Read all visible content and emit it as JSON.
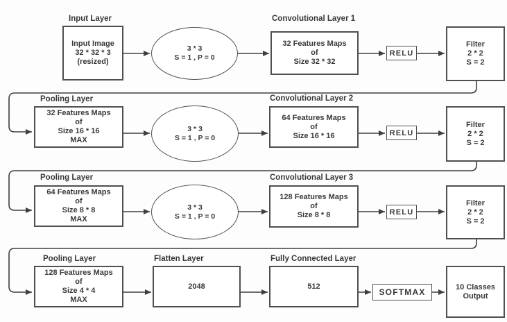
{
  "colors": {
    "line": "#3f3f3f",
    "text": "#383838",
    "border": "#4f4f4f",
    "background": "#fdfdfd"
  },
  "layers": {
    "input": {
      "label": "Input Layer",
      "lines": [
        "Input Image",
        "32 * 32 * 3",
        "(resized)"
      ]
    },
    "kernel1": {
      "size": "3 * 3",
      "params": "S = 1 , P = 0"
    },
    "conv1": {
      "label": "Convolutional Layer 1",
      "lines": [
        "32 Features Maps",
        "of",
        "Size 32 * 32"
      ]
    },
    "relu1": {
      "label": "RELU"
    },
    "filter1": {
      "lines": [
        "Filter",
        "2 * 2",
        "S = 2"
      ]
    },
    "pool2": {
      "label": "Pooling Layer",
      "lines": [
        "32 Features Maps",
        "of",
        "Size 16 * 16",
        "MAX"
      ]
    },
    "kernel2": {
      "size": "3 * 3",
      "params": "S = 1 , P = 0"
    },
    "conv2": {
      "label": "Convolutional Layer 2",
      "lines": [
        "64 Features Maps",
        "of",
        "Size 16 * 16"
      ]
    },
    "relu2": {
      "label": "RELU"
    },
    "filter2": {
      "lines": [
        "Filter",
        "2 * 2",
        "S = 2"
      ]
    },
    "pool3": {
      "label": "Pooling Layer",
      "lines": [
        "64 Features Maps",
        "of",
        "Size 8 * 8",
        "MAX"
      ]
    },
    "kernel3": {
      "size": "3 * 3",
      "params": "S = 1 , P = 0"
    },
    "conv3": {
      "label": "Convolutional Layer 3",
      "lines": [
        "128 Features Maps",
        "of",
        "Size 8 * 8"
      ]
    },
    "relu3": {
      "label": "RELU"
    },
    "filter3": {
      "lines": [
        "Filter",
        "2 * 2",
        "S = 2"
      ]
    },
    "pool4": {
      "label": "Pooling Layer",
      "lines": [
        "128 Features Maps",
        "of",
        "Size 4 * 4",
        "MAX"
      ]
    },
    "flatten": {
      "label": "Flatten Layer",
      "value": "2048"
    },
    "fc": {
      "label": "Fully Connected Layer",
      "value": "512"
    },
    "softmax": {
      "label": "SOFTMAX"
    },
    "output": {
      "lines": [
        "10 Classes",
        "Output"
      ]
    }
  }
}
